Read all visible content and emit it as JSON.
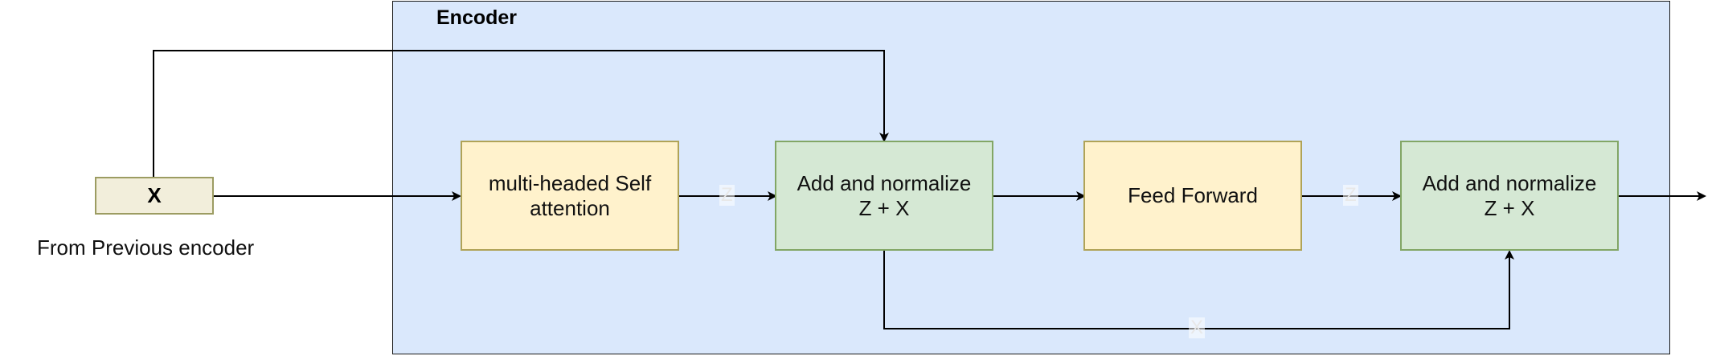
{
  "encoder": {
    "title": "Encoder"
  },
  "input": {
    "label": "X",
    "caption": "From Previous encoder"
  },
  "blocks": {
    "attention": "multi-headed Self\nattention",
    "add_norm_1": "Add and normalize\nZ + X",
    "feed_forward": "Feed Forward",
    "add_norm_2": "Add and normalize\nZ + X"
  },
  "edge_labels": {
    "z1": "Z",
    "z2": "Z",
    "x_skip": "X"
  },
  "colors": {
    "encoder_fill": "#dae8fc",
    "attention_fill": "#fff2cc",
    "add_norm_fill": "#d5e8d4",
    "input_fill": "#f2eedb"
  }
}
